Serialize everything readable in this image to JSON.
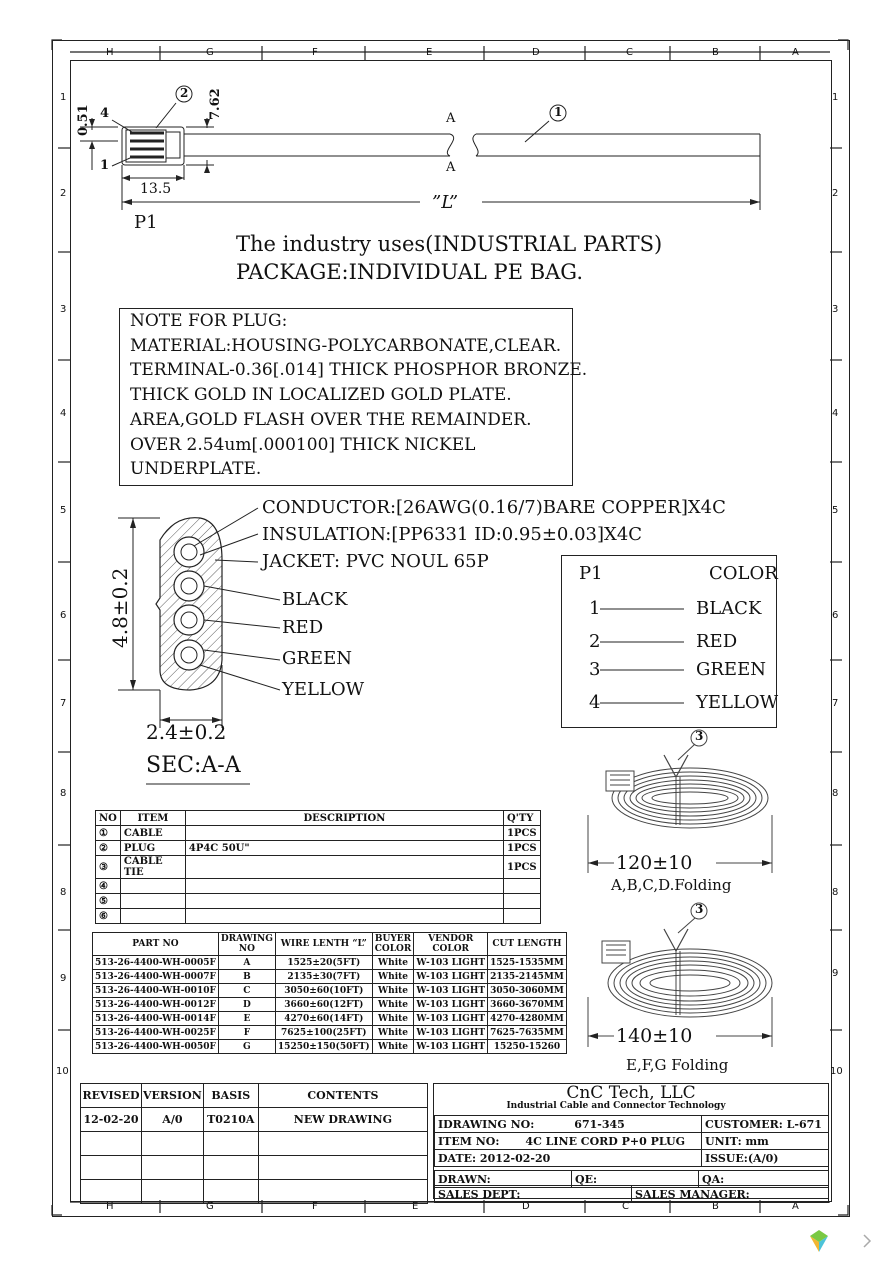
{
  "zones_top": [
    "H",
    "G",
    "F",
    "E",
    "D",
    "C",
    "B",
    "A"
  ],
  "zones_bottom": [
    "H",
    "G",
    "F",
    "E",
    "D",
    "C",
    "B",
    "A"
  ],
  "zones_left": [
    "1",
    "2",
    "3",
    "4",
    "5",
    "6",
    "7",
    "8",
    "8",
    "9",
    "10"
  ],
  "zones_right": [
    "1",
    "2",
    "3",
    "4",
    "5",
    "6",
    "7",
    "8",
    "8",
    "9",
    "10"
  ],
  "plug_dims": {
    "d051": "0.51",
    "d762": "7.62",
    "d135": "13.5",
    "pin4": "4",
    "pin1": "1",
    "plug_label": "P1",
    "length": "”L”",
    "balloon_plug": "2",
    "balloon_cable": "1",
    "sec_a": "A"
  },
  "industry_line": "The industry uses(INDUSTRIAL PARTS)",
  "package_line": "PACKAGE:INDIVIDUAL PE BAG.",
  "note_lines": [
    "NOTE FOR PLUG:",
    "MATERIAL:HOUSING-POLYCARBONATE,CLEAR.",
    "TERMINAL-0.36[.014] THICK PHOSPHOR BRONZE.",
    "THICK GOLD IN LOCALIZED GOLD PLATE.",
    "AREA,GOLD FLASH OVER THE REMAINDER.",
    "OVER 2.54um[.000100] THICK NICKEL",
    "UNDERPLATE."
  ],
  "section": {
    "conductor": "CONDUCTOR:[26AWG(0.16/7)BARE COPPER]X4C",
    "insulation": "INSULATION:[PP6331 ID:0.95±0.03]X4C",
    "jacket": "JACKET: PVC NOUL 65P",
    "black": "BLACK",
    "red": "RED",
    "green": "GREEN",
    "yellow": "YELLOW",
    "height": "4.8±0.2",
    "width": "2.4±0.2",
    "title": "SEC:A-A"
  },
  "color_table": {
    "col1": "P1",
    "col2": "COLOR",
    "rows": [
      {
        "pin": "1",
        "color": "BLACK"
      },
      {
        "pin": "2",
        "color": "RED"
      },
      {
        "pin": "3",
        "color": "GREEN"
      },
      {
        "pin": "4",
        "color": "YELLOW"
      }
    ]
  },
  "folding": {
    "balloon": "3",
    "dim1": "120±10",
    "label1": "A,B,C,D.Folding",
    "dim2": "140±10",
    "label2": "E,F,G Folding"
  },
  "items_table": {
    "headers": [
      "NO",
      "ITEM",
      "DESCRIPTION",
      "Q'TY"
    ],
    "rows": [
      {
        "no": "①",
        "item": "CABLE",
        "desc": "",
        "qty": "1PCS"
      },
      {
        "no": "②",
        "item": "PLUG",
        "desc": "4P4C 50U\"",
        "qty": "1PCS"
      },
      {
        "no": "③",
        "item": "CABLE TIE",
        "desc": "",
        "qty": "1PCS"
      },
      {
        "no": "④",
        "item": "",
        "desc": "",
        "qty": ""
      },
      {
        "no": "⑤",
        "item": "",
        "desc": "",
        "qty": ""
      },
      {
        "no": "⑥",
        "item": "",
        "desc": "",
        "qty": ""
      }
    ]
  },
  "parts_table": {
    "headers": [
      "PART NO",
      "DRAWING NO",
      "WIRE LENTH “L”",
      "BUYER COLOR",
      "VENDOR COLOR",
      "CUT LENGTH"
    ],
    "rows": [
      [
        "513-26-4400-WH-0005F",
        "A",
        "1525±20(5FT)",
        "White",
        "W-103 LIGHT",
        "1525-1535MM"
      ],
      [
        "513-26-4400-WH-0007F",
        "B",
        "2135±30(7FT)",
        "White",
        "W-103 LIGHT",
        "2135-2145MM"
      ],
      [
        "513-26-4400-WH-0010F",
        "C",
        "3050±60(10FT)",
        "White",
        "W-103 LIGHT",
        "3050-3060MM"
      ],
      [
        "513-26-4400-WH-0012F",
        "D",
        "3660±60(12FT)",
        "White",
        "W-103 LIGHT",
        "3660-3670MM"
      ],
      [
        "513-26-4400-WH-0014F",
        "E",
        "4270±60(14FT)",
        "White",
        "W-103 LIGHT",
        "4270-4280MM"
      ],
      [
        "513-26-4400-WH-0025F",
        "F",
        "7625±100(25FT)",
        "White",
        "W-103 LIGHT",
        "7625-7635MM"
      ],
      [
        "513-26-4400-WH-0050F",
        "G",
        "15250±150(50FT)",
        "White",
        "W-103 LIGHT",
        "15250-15260"
      ]
    ]
  },
  "revision_table": {
    "headers": [
      "REVISED",
      "VERSION",
      "BASIS",
      "CONTENTS"
    ],
    "rows": [
      [
        "12-02-20",
        "A/0",
        "T0210A",
        "NEW DRAWING"
      ],
      [
        "",
        "",
        "",
        ""
      ],
      [
        "",
        "",
        "",
        ""
      ],
      [
        "",
        "",
        "",
        ""
      ]
    ]
  },
  "title_block": {
    "company": "CnC  Tech, LLC",
    "subtitle": "Industrial Cable and Connector Technology",
    "drawing_no_label": "IDRAWING NO:",
    "drawing_no": "671-345",
    "customer": "CUSTOMER:  L-671",
    "item_no_label": "ITEM NO:",
    "item_no": "4C LINE CORD P+0 PLUG",
    "unit": "UNIT: mm",
    "date": "DATE: 2012-02-20",
    "issue": "ISSUE:(A/0)",
    "drawn": "DRAWN:",
    "qe": "QE:",
    "qa": "QA:",
    "sales_dept": "SALES DEPT:",
    "sales_manager": "SALES MANAGER:"
  }
}
